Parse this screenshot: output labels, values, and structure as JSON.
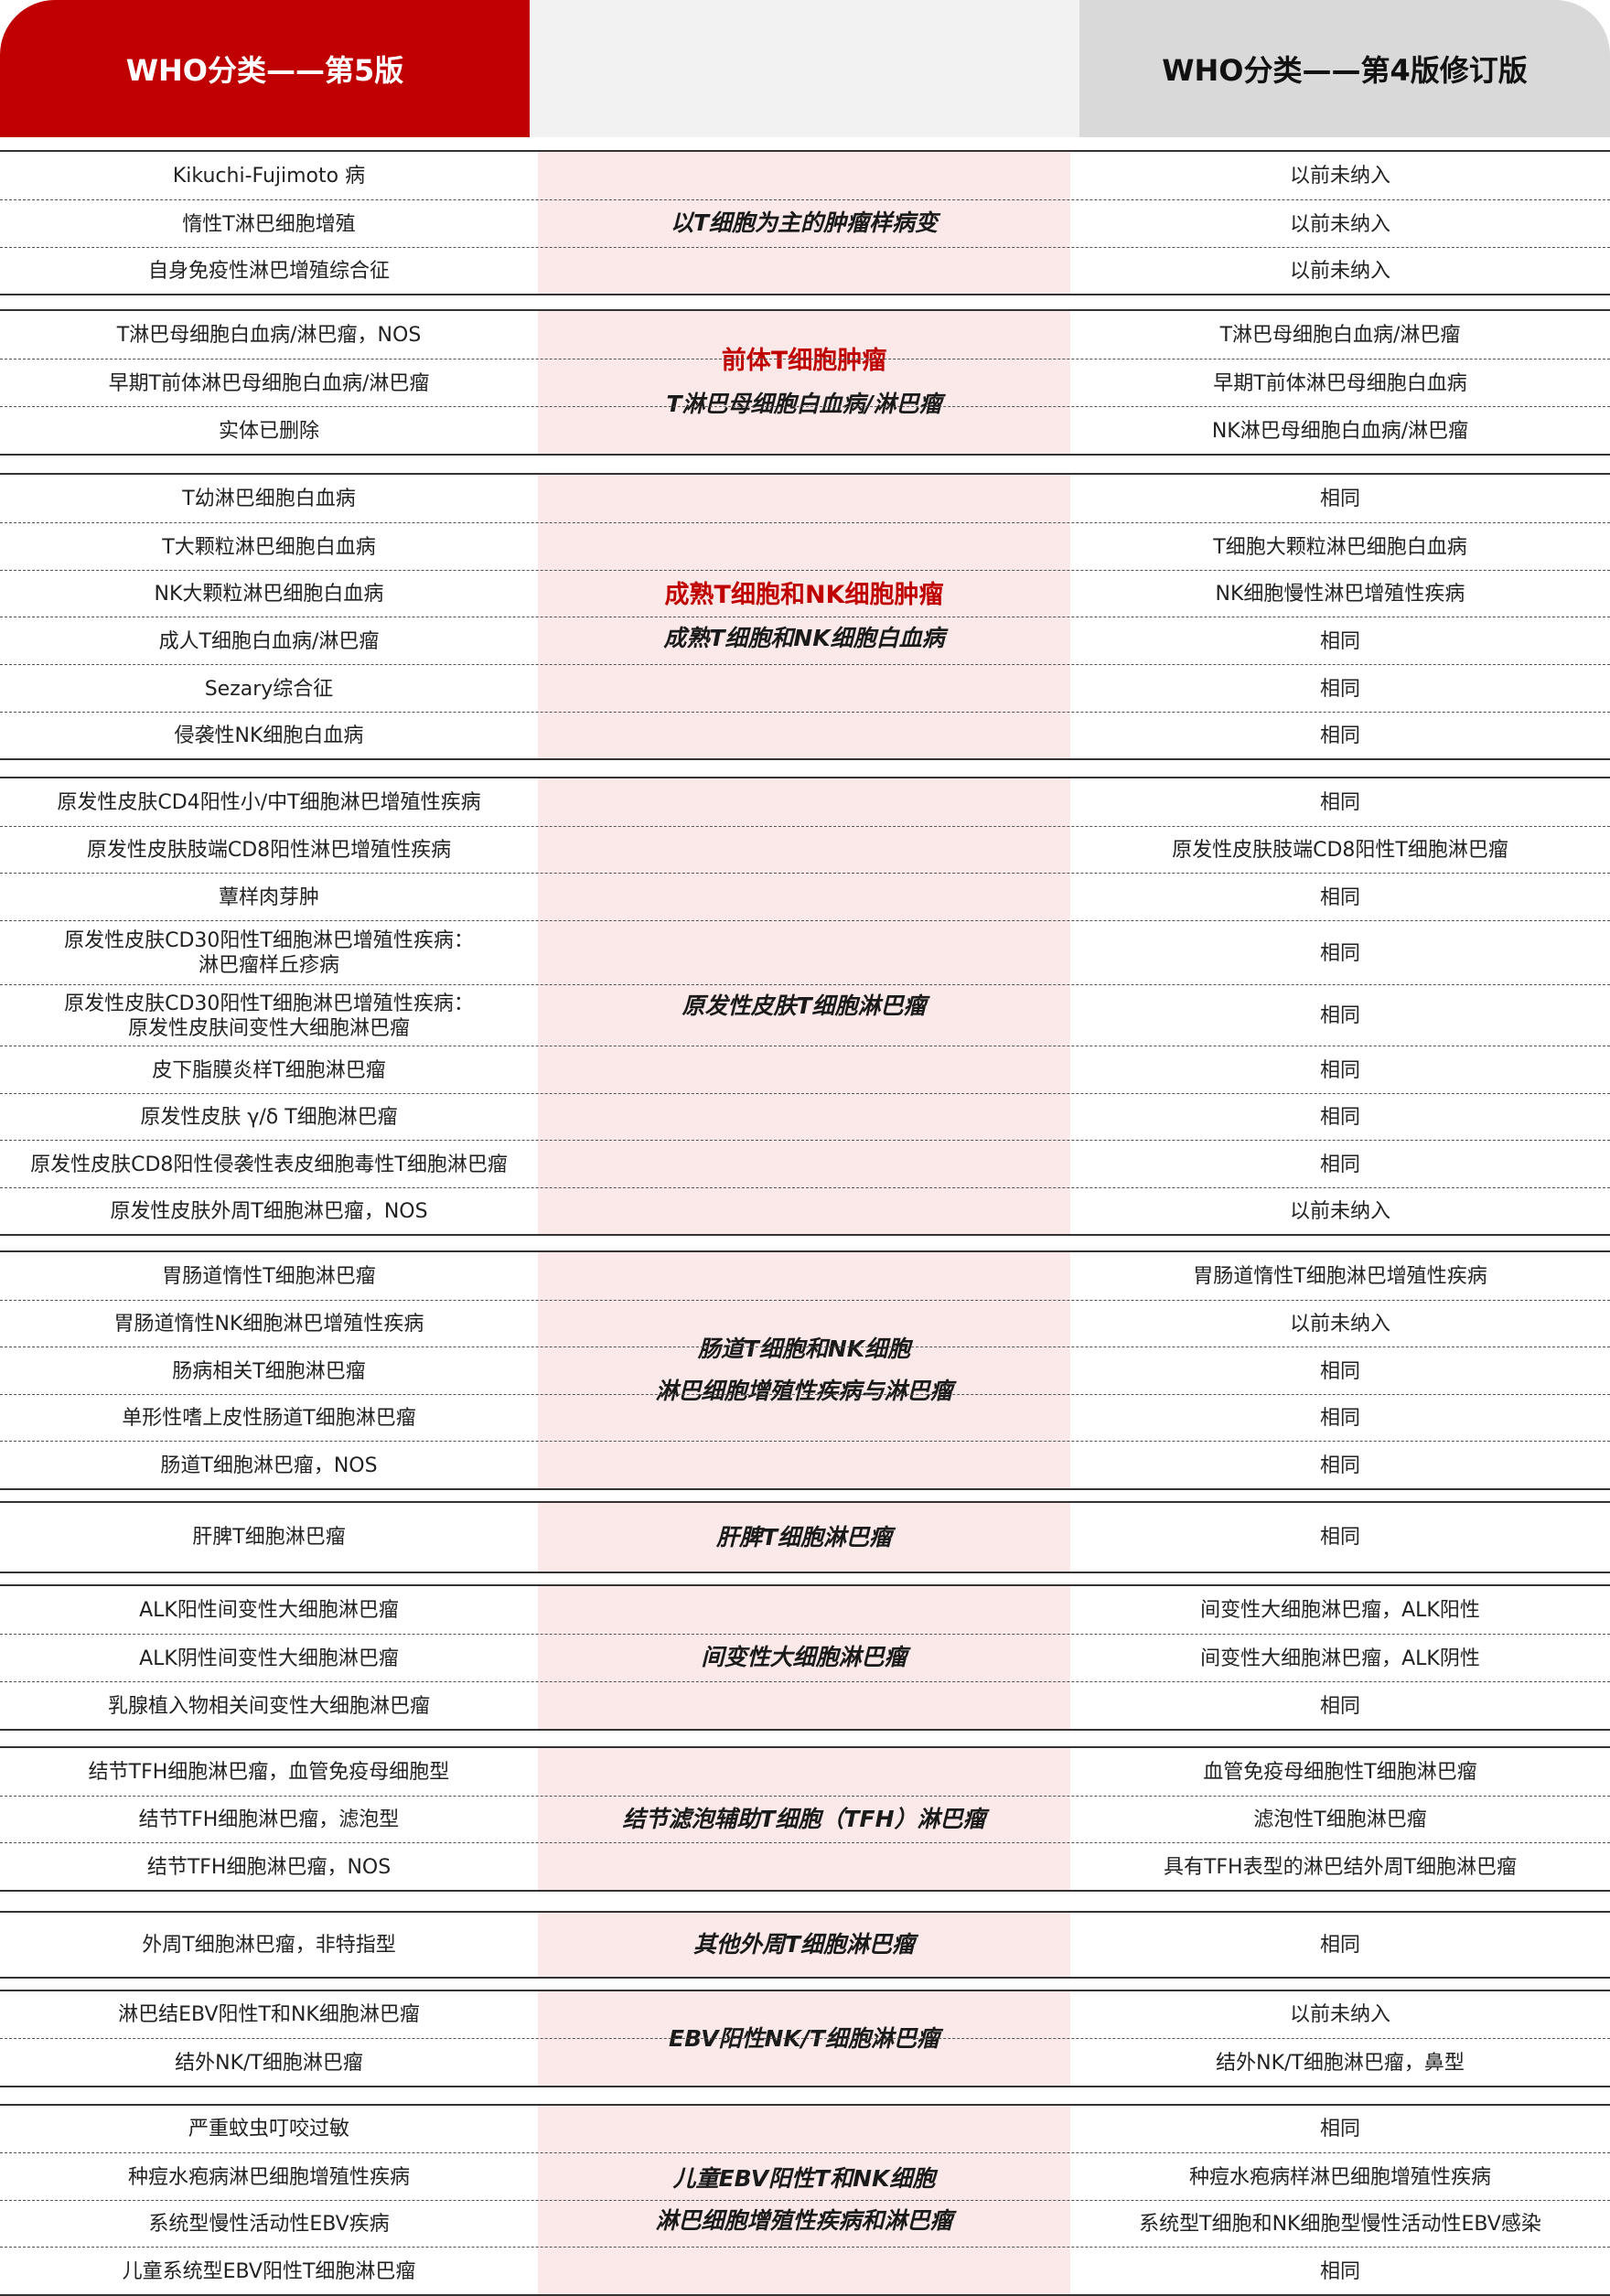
{
  "header": {
    "left": "WHO分类——第5版",
    "right": "WHO分类——第4版修订版"
  },
  "groups": [
    {
      "mid_red": "",
      "mid_italic": "以T细胞为主的肿瘤样病变",
      "rows": [
        {
          "left": "Kikuchi-Fujimoto 病",
          "right": "以前未纳入"
        },
        {
          "left": "惰性T淋巴细胞增殖",
          "right": "以前未纳入"
        },
        {
          "left": "自身免疫性淋巴增殖综合征",
          "right": "以前未纳入"
        }
      ]
    },
    {
      "mid_red": "前体T细胞肿瘤",
      "mid_italic": "T淋巴母细胞白血病/淋巴瘤",
      "rows": [
        {
          "left": "T淋巴母细胞白血病/淋巴瘤，NOS",
          "right": "T淋巴母细胞白血病/淋巴瘤"
        },
        {
          "left": "早期T前体淋巴母细胞白血病/淋巴瘤",
          "right": "早期T前体淋巴母细胞白血病"
        },
        {
          "left": "实体已删除",
          "right": "NK淋巴母细胞白血病/淋巴瘤"
        }
      ]
    },
    {
      "mid_red": "成熟T细胞和NK细胞肿瘤",
      "mid_italic": "成熟T细胞和NK细胞白血病",
      "rows": [
        {
          "left": "T幼淋巴细胞白血病",
          "right": "相同"
        },
        {
          "left": "T大颗粒淋巴细胞白血病",
          "right": "T细胞大颗粒淋巴细胞白血病"
        },
        {
          "left": "NK大颗粒淋巴细胞白血病",
          "right": "NK细胞慢性淋巴增殖性疾病"
        },
        {
          "left": "成人T细胞白血病/淋巴瘤",
          "right": "相同"
        },
        {
          "left": "Sezary综合征",
          "right": "相同"
        },
        {
          "left": "侵袭性NK细胞白血病",
          "right": "相同"
        }
      ]
    },
    {
      "mid_red": "",
      "mid_italic": "原发性皮肤T细胞淋巴瘤",
      "rows": [
        {
          "left": "原发性皮肤CD4阳性小/中T细胞淋巴增殖性疾病",
          "right": "相同"
        },
        {
          "left": "原发性皮肤肢端CD8阳性淋巴增殖性疾病",
          "right": "原发性皮肤肢端CD8阳性T细胞淋巴瘤"
        },
        {
          "left": "蕈样肉芽肿",
          "right": "相同"
        },
        {
          "left": "原发性皮肤CD30阳性T细胞淋巴增殖性疾病：\n淋巴瘤样丘疹病",
          "right": "相同"
        },
        {
          "left": "原发性皮肤CD30阳性T细胞淋巴增殖性疾病：\n原发性皮肤间变性大细胞淋巴瘤",
          "right": "相同"
        },
        {
          "left": "皮下脂膜炎样T细胞淋巴瘤",
          "right": "相同"
        },
        {
          "left": "原发性皮肤 γ/δ T细胞淋巴瘤",
          "right": "相同"
        },
        {
          "left": "原发性皮肤CD8阳性侵袭性表皮细胞毒性T细胞淋巴瘤",
          "right": "相同"
        },
        {
          "left": "原发性皮肤外周T细胞淋巴瘤，NOS",
          "right": "以前未纳入"
        }
      ]
    },
    {
      "mid_red": "",
      "mid_italic": "肠道T细胞和NK细胞\n淋巴细胞增殖性疾病与淋巴瘤",
      "rows": [
        {
          "left": "胃肠道惰性T细胞淋巴瘤",
          "right": "胃肠道惰性T细胞淋巴增殖性疾病"
        },
        {
          "left": "胃肠道惰性NK细胞淋巴增殖性疾病",
          "right": "以前未纳入"
        },
        {
          "left": "肠病相关T细胞淋巴瘤",
          "right": "相同"
        },
        {
          "left": "单形性嗜上皮性肠道T细胞淋巴瘤",
          "right": "相同"
        },
        {
          "left": "肠道T细胞淋巴瘤，NOS",
          "right": "相同"
        }
      ]
    },
    {
      "mid_red": "",
      "mid_italic": "肝脾T细胞淋巴瘤",
      "rows": [
        {
          "left": "肝脾T细胞淋巴瘤",
          "right": "相同"
        }
      ]
    },
    {
      "mid_red": "",
      "mid_italic": "间变性大细胞淋巴瘤",
      "rows": [
        {
          "left": "ALK阳性间变性大细胞淋巴瘤",
          "right": "间变性大细胞淋巴瘤，ALK阳性"
        },
        {
          "left": "ALK阴性间变性大细胞淋巴瘤",
          "right": "间变性大细胞淋巴瘤，ALK阴性"
        },
        {
          "left": "乳腺植入物相关间变性大细胞淋巴瘤",
          "right": "相同"
        }
      ]
    },
    {
      "mid_red": "",
      "mid_italic": "结节滤泡辅助T细胞（TFH）淋巴瘤",
      "rows": [
        {
          "left": "结节TFH细胞淋巴瘤，血管免疫母细胞型",
          "right": "血管免疫母细胞性T细胞淋巴瘤"
        },
        {
          "left": "结节TFH细胞淋巴瘤，滤泡型",
          "right": "滤泡性T细胞淋巴瘤"
        },
        {
          "left": "结节TFH细胞淋巴瘤，NOS",
          "right": "具有TFH表型的淋巴结外周T细胞淋巴瘤"
        }
      ]
    },
    {
      "mid_red": "",
      "mid_italic": "其他外周T细胞淋巴瘤",
      "rows": [
        {
          "left": "外周T细胞淋巴瘤，非特指型",
          "right": "相同"
        }
      ]
    },
    {
      "mid_red": "",
      "mid_italic": "EBV阳性NK/T细胞淋巴瘤",
      "rows": [
        {
          "left": "淋巴结EBV阳性T和NK细胞淋巴瘤",
          "right": "以前未纳入"
        },
        {
          "left": "结外NK/T细胞淋巴瘤",
          "right": "结外NK/T细胞淋巴瘤，鼻型"
        }
      ]
    },
    {
      "mid_red": "",
      "mid_italic": "儿童EBV阳性T和NK细胞\n淋巴细胞增殖性疾病和淋巴瘤",
      "rows": [
        {
          "left": "严重蚊虫叮咬过敏",
          "right": "相同"
        },
        {
          "left": "种痘水疱病淋巴细胞增殖性疾病",
          "right": "种痘水疱病样淋巴细胞增殖性疾病"
        },
        {
          "left": "系统型慢性活动性EBV疾病",
          "right": "系统型T细胞和NK细胞型慢性活动性EBV感染"
        },
        {
          "left": "儿童系统型EBV阳性T细胞淋巴瘤",
          "right": "相同"
        }
      ]
    }
  ]
}
